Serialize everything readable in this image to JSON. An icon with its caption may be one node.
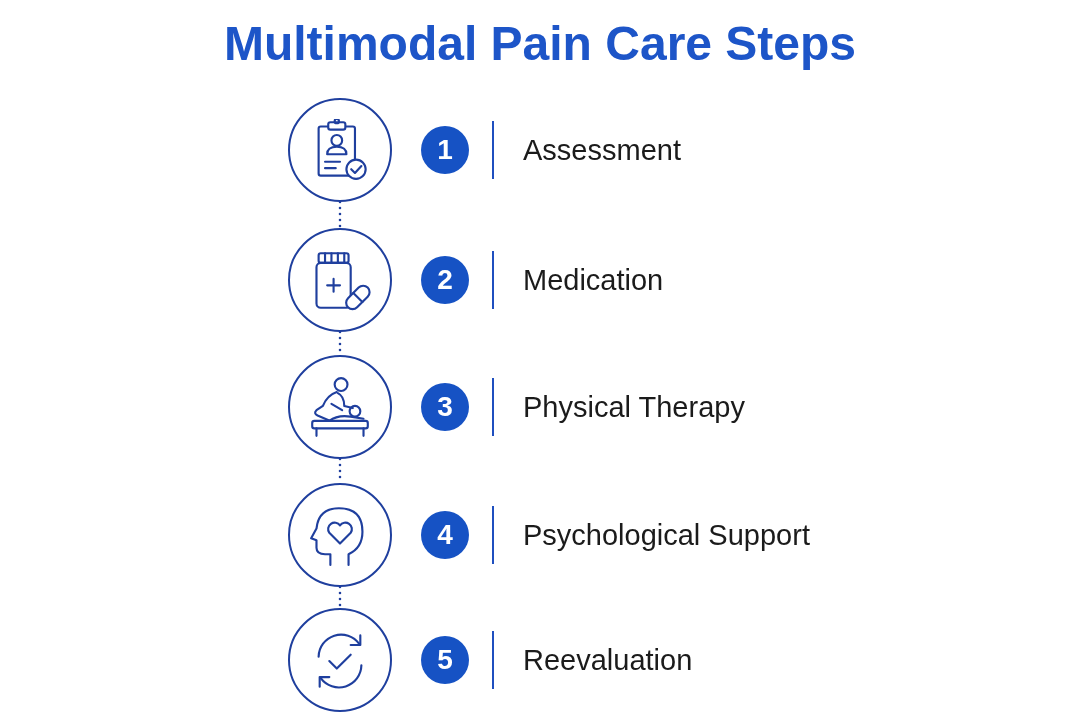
{
  "diagram": {
    "title": "Multimodal Pain Care Steps",
    "nodes": [
      {
        "text": [],
        "shape": "circle"
      },
      {
        "text": [
          "1"
        ],
        "beside": [
          "Assessment"
        ]
      },
      {
        "text": [],
        "shape": "circle"
      },
      {
        "text": [
          "2"
        ],
        "beside": [
          "Medication"
        ]
      },
      {
        "text": [],
        "shape": "circle"
      },
      {
        "text": [
          "3"
        ],
        "beside": [
          "Physical Therapy"
        ]
      },
      {
        "text": [],
        "shape": "circle"
      },
      {
        "text": [
          "4"
        ],
        "beside": [
          "Psychological Support"
        ]
      },
      {
        "text": [],
        "shape": "circle"
      },
      {
        "text": [
          "5"
        ],
        "beside": [
          "Reevaluation"
        ]
      }
    ],
    "edges": [
      {
        "from": 0,
        "to": 2,
        "arrow": "none",
        "style": "dashed"
      },
      {
        "from": 2,
        "to": 4,
        "arrow": "none",
        "style": "dashed"
      },
      {
        "from": 4,
        "to": 6,
        "arrow": "none",
        "style": "dashed"
      },
      {
        "from": 6,
        "to": 8,
        "arrow": "none",
        "style": "dashed"
      }
    ]
  }
}
